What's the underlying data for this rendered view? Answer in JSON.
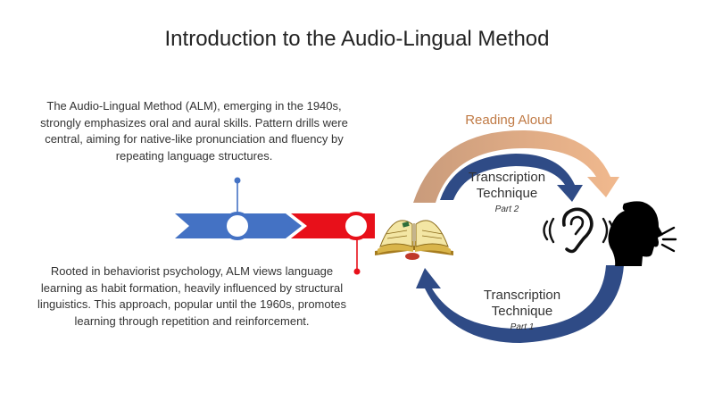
{
  "slide": {
    "title": "Introduction to the Audio-Lingual Method",
    "paragraph_top": "The Audio-Lingual Method (ALM), emerging in the 1940s, strongly emphasizes oral and aural skills. Pattern drills were central, aiming for native-like pronunciation and fluency by repeating language structures.",
    "paragraph_bottom": "Rooted in behaviorist psychology, ALM views language learning as habit formation, heavily influenced by structural linguistics. This approach, popular until the 1960s, promotes learning through repetition and reinforcement."
  },
  "diagram": {
    "reading_aloud": "Reading Aloud",
    "top_technique": "Transcription Technique",
    "top_part": "Part 2",
    "bottom_technique": "Transcription Technique",
    "bottom_part": "Part 1",
    "icons": [
      "open-book-icon",
      "ear-icon",
      "speaking-head-icon"
    ]
  },
  "colors": {
    "timeline_blue": "#4472C4",
    "timeline_red": "#E8101A",
    "arrow_navy": "#2F4B86",
    "arrow_tan": "#D9A47E",
    "reading_text": "#C07A45"
  }
}
